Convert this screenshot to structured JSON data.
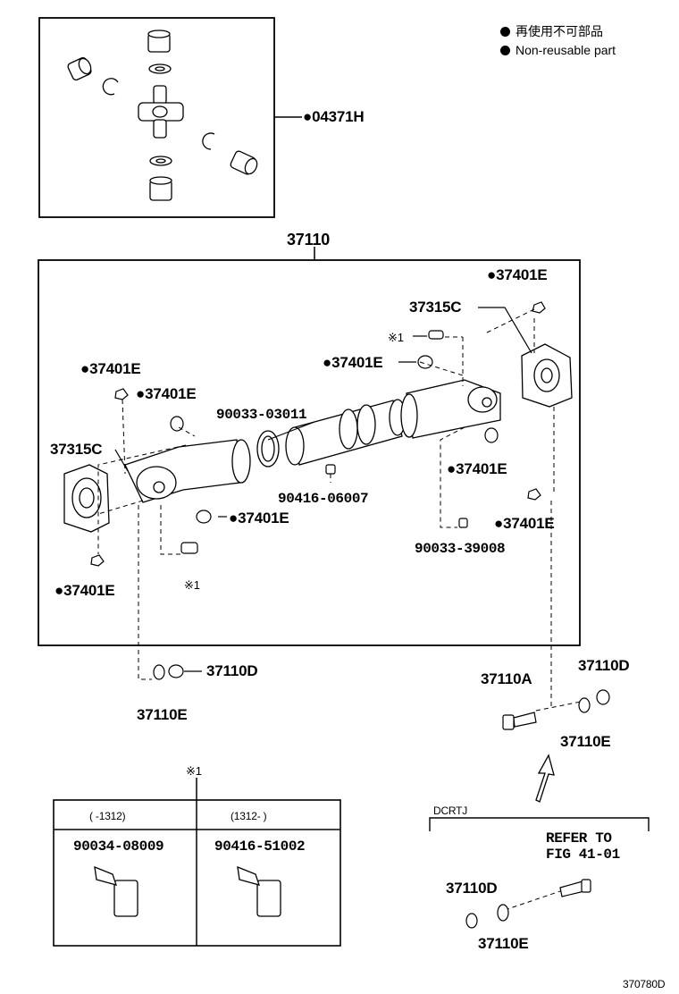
{
  "legend": {
    "line1": "再使用不可部品",
    "line2": "Non-reusable part"
  },
  "parts": {
    "spider_kit": "●04371H",
    "assembly": "37110",
    "flange_right": "37315C",
    "flange_left": "37315C",
    "nut_top_right": "●37401E",
    "nut_top_left": "●37401E",
    "ring_left_upper": "●37401E",
    "ring_center": "●37401E",
    "ring_right_lower": "●37401E",
    "ring_left_lower": "●37401E",
    "nut_bottom_right": "●37401E",
    "nut_bottom_left": "●37401E",
    "grease_plug": "90033-03011",
    "grease_fitting_center": "90416-06007",
    "grease_fitting_right": "90033-39008",
    "mark_top": "※1",
    "mark_left": "※1",
    "nut_left_d": "37110D",
    "washer_left_e": "37110E",
    "bolt_a": "37110A",
    "nut_right_d": "37110D",
    "washer_right_e": "37110E"
  },
  "table": {
    "mark": "※1",
    "col1_range": "(      -1312)",
    "col2_range": "(1312-      )",
    "col1_part": "90034-08009",
    "col2_part": "90416-51002"
  },
  "variant": {
    "code": "DCRTJ",
    "refer_line1": "REFER TO",
    "refer_line2": "FIG 41-01",
    "nut_d": "37110D",
    "washer_e": "37110E"
  },
  "figure_id": "370780D"
}
